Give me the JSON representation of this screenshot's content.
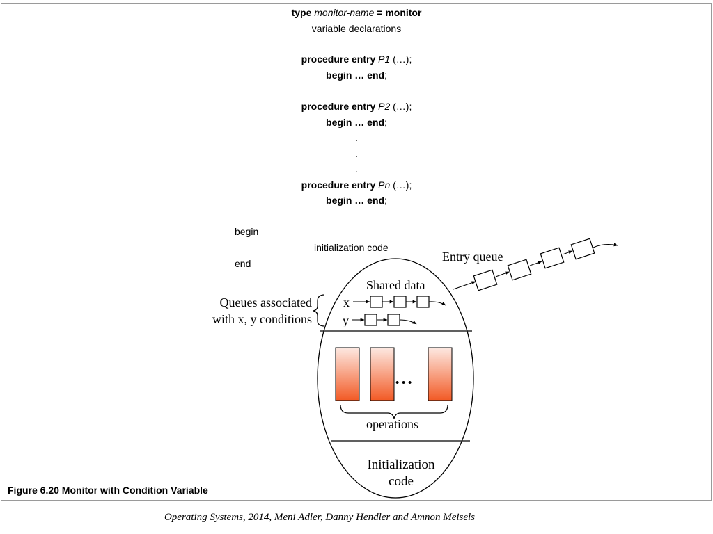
{
  "code": {
    "type_kw": "type",
    "monitor_name": "monitor-name",
    "eq_monitor": "= monitor",
    "var_decls": "variable declarations",
    "proc_kw": "procedure entry",
    "p1": "P1",
    "p2": "P2",
    "pn": "Pn",
    "args": " (…);",
    "begin_end": "begin … end",
    "semicolon": ";",
    "dot": ".",
    "begin": "begin",
    "init_code": "initialization code",
    "end": "end"
  },
  "diagram": {
    "entry_queue": "Entry queue",
    "shared_data": "Shared data",
    "queue_x": "x",
    "queue_y": "y",
    "queues_label_1": "Queues  associated",
    "queues_label_2": "with x, y conditions",
    "ellipsis": "• • •",
    "operations": "operations",
    "init_1": "Initialization",
    "init_2": "code",
    "colors": {
      "op_top": "#fde9e2",
      "op_bottom": "#f25a25"
    }
  },
  "caption": "Figure 6.20  Monitor with Condition Variable",
  "footer": "Operating Systems, 2014, Meni Adler, Danny Hendler and Amnon Meisels"
}
